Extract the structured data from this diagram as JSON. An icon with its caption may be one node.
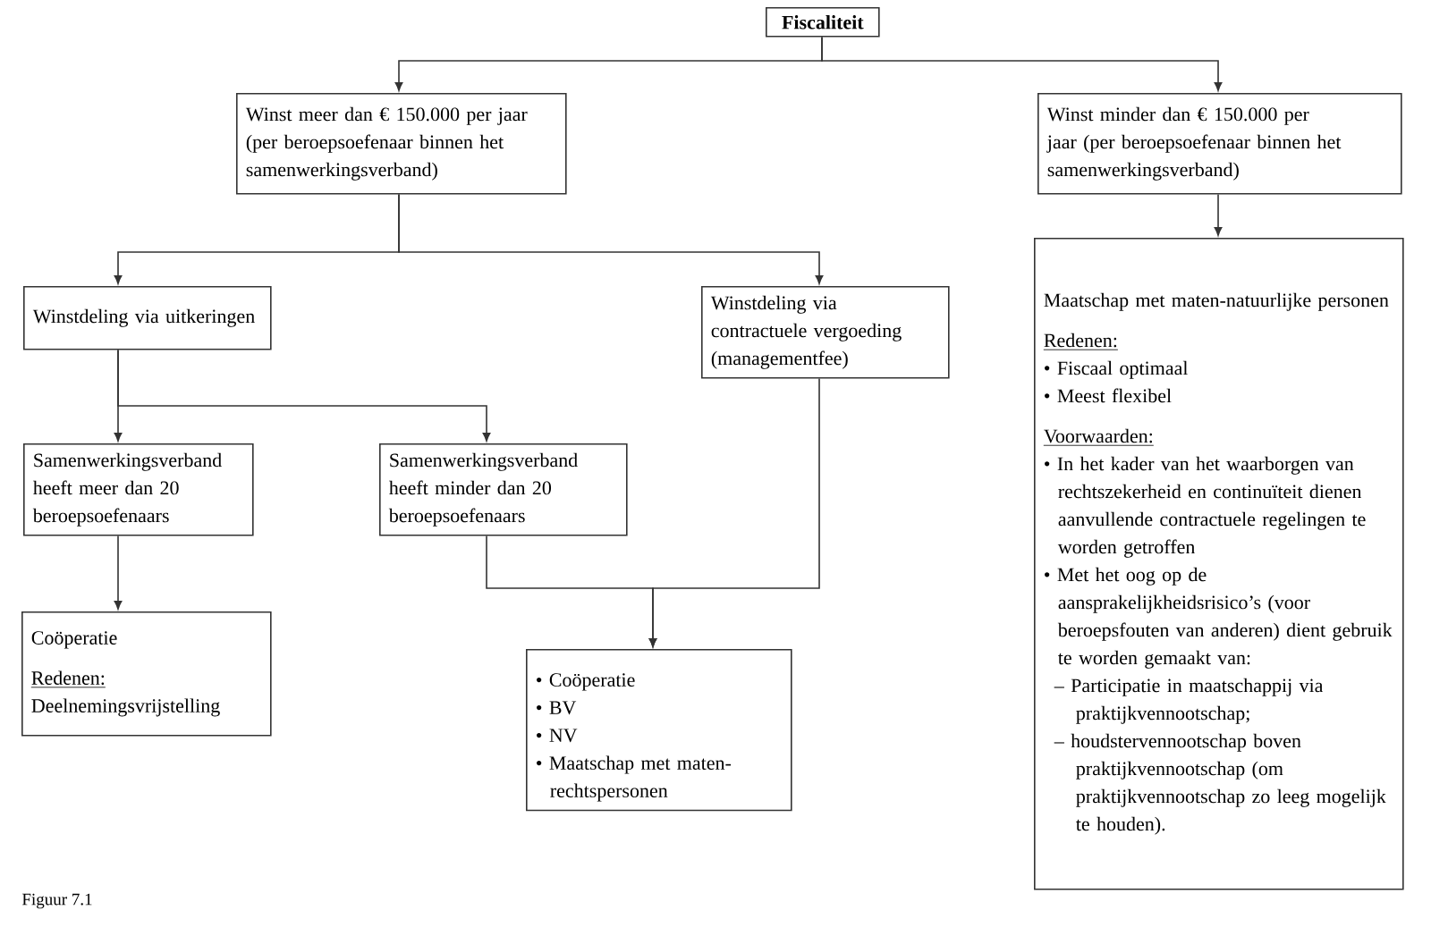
{
  "diagram": {
    "caption": "Figuur 7.1",
    "nodes": [
      {
        "text": [
          "Fiscaliteit"
        ]
      },
      {
        "text": [
          "Winst meer dan € 150.000 per jaar (per beroepsoefenaar binnen het samenwerkingsverband)"
        ]
      },
      {
        "text": [
          "Winst minder dan € 150.000 per jaar (per beroepsoefenaar binnen het samenwerkingsverband)"
        ]
      },
      {
        "text": [
          "Winstdeling via uitkeringen"
        ]
      },
      {
        "text": [
          "Winstdeling via contractuele vergoeding (managementfee)"
        ]
      },
      {
        "text": [
          "Samenwerkingsverband heeft meer dan 20 beroepsoefenaars"
        ]
      },
      {
        "text": [
          "Samenwerkingsverband heeft minder dan 20 beroepsoefenaars"
        ]
      },
      {
        "text": [
          "Coöperatie",
          "Redenen:",
          "Deelnemingsvrijstelling"
        ]
      },
      {
        "text": [
          "• Coöperatie",
          "• BV",
          "• NV",
          "• Maatschap met maten-rechtspersonen"
        ]
      },
      {
        "text": [
          "Maatschap met maten-natuurlijke personen",
          "Redenen:",
          "• Fiscaal optimaal",
          "• Meest flexibel",
          "Voorwaarden:",
          "• In het kader van het waarborgen van rechtszekerheid en continuïteit dienen aanvullende contractuele regelingen te worden getroffen",
          "• Met het oog op de aansprakelijkheidsrisico’s (voor beroepsfouten van anderen) dient gebruik te worden gemaakt van:",
          "– Participatie in maatschappij via praktijkvennootschap;",
          "– houdstervennootschap boven praktijkvennootschap (om praktijkvennootschap zo leeg mogelijk te houden)."
        ]
      }
    ],
    "edges": [
      {
        "from": 0,
        "to": 1,
        "arrow": "to"
      },
      {
        "from": 0,
        "to": 2,
        "arrow": "to"
      },
      {
        "from": 1,
        "to": 3,
        "arrow": "to"
      },
      {
        "from": 1,
        "to": 4,
        "arrow": "to"
      },
      {
        "from": 2,
        "to": 9,
        "arrow": "to"
      },
      {
        "from": 3,
        "to": 5,
        "arrow": "to"
      },
      {
        "from": 3,
        "to": 6,
        "arrow": "to"
      },
      {
        "from": 5,
        "to": 7,
        "arrow": "to"
      },
      {
        "from": 6,
        "to": 8,
        "arrow": "to"
      },
      {
        "from": 4,
        "to": 8,
        "arrow": "to"
      }
    ]
  }
}
